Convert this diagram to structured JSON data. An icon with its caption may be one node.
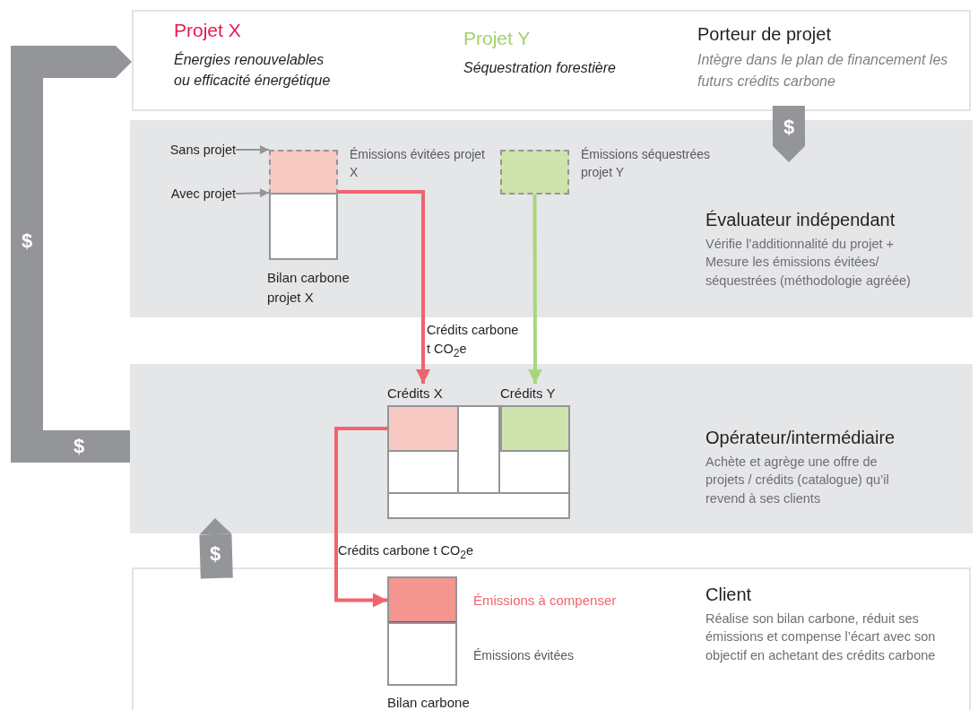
{
  "diagram": {
    "nodes": [
      {
        "text": [
          "Porteur de projet",
          "Intègre dans le plan de financement les futurs crédits carbone"
        ]
      },
      {
        "text": [
          "Évaluateur indépendant",
          "Vérifie l’additionnalité du projet + Mesure les émissions évitées/ séquestrées (méthodologie agréée)"
        ]
      },
      {
        "text": [],
        "shape": "box",
        "in": 1,
        "beside": [
          "Émissions évitées projet X"
        ]
      },
      {
        "text": [],
        "shape": "box",
        "in": 1,
        "beside": [
          "Bilan carbone projet X"
        ]
      },
      {
        "text": [
          "Sans projet"
        ],
        "in": 1
      },
      {
        "text": [
          "Avec projet"
        ],
        "in": 1
      },
      {
        "text": [],
        "shape": "box",
        "in": 1,
        "beside": [
          "Émissions séquestrées projet Y"
        ]
      },
      {
        "text": [
          "Opérateur/intermédiaire",
          "Achète et agrège une offre de projets / crédits (catalogue) qu’il revend à ses clients"
        ]
      },
      {
        "text": [],
        "shape": "box",
        "in": 7
      },
      {
        "text": [],
        "shape": "box",
        "in": 8,
        "beside": [
          "Crédits X"
        ]
      },
      {
        "text": [],
        "shape": "box",
        "in": 8,
        "beside": [
          "Crédits Y"
        ]
      },
      {
        "text": [
          "Client",
          "Réalise son bilan carbone, réduit ses émissions et compense l’écart avec son objectif en achetant des crédits carbone"
        ]
      },
      {
        "text": [],
        "shape": "box",
        "in": 11,
        "beside": [
          "Émissions à compenser"
        ]
      },
      {
        "text": [],
        "shape": "box",
        "in": 11,
        "beside": [
          "Émissions évitées",
          "Bilan carbone"
        ]
      }
    ],
    "edges": [
      {
        "from": 4,
        "to": 2,
        "arrow": "to"
      },
      {
        "from": 5,
        "to": 3,
        "arrow": "to"
      },
      {
        "from": 2,
        "to": 9,
        "arrow": "to",
        "color": "#f0646e",
        "label": "Crédits carbone t CO$_{2}$e"
      },
      {
        "from": 6,
        "to": 10,
        "arrow": "to",
        "color": "#a8d67c"
      },
      {
        "from": 9,
        "to": 12,
        "arrow": "to",
        "color": "#f0646e",
        "label": "Crédits carbone t CO$_{2}$e"
      },
      {
        "from": 7,
        "to": 0,
        "arrow": "to",
        "style": "thick",
        "label": "$"
      },
      {
        "from": 0,
        "to": 1,
        "arrow": "to",
        "style": "thick",
        "label": "$"
      },
      {
        "from": 11,
        "to": 7,
        "arrow": "to",
        "style": "thick",
        "label": "$"
      }
    ],
    "labels": [
      "Projet X",
      "Énergies renouvelables ou efficacité énergétique",
      "Projet Y",
      "Séquestration forestière",
      "$"
    ]
  }
}
